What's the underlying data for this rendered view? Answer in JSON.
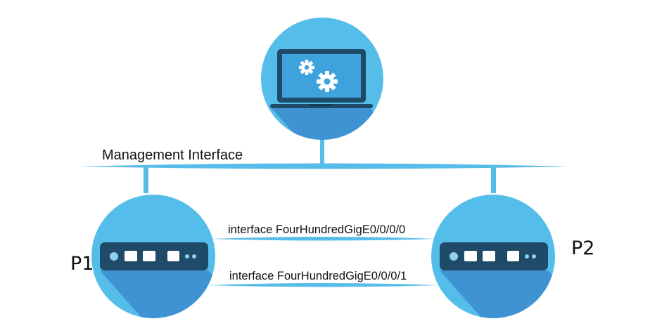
{
  "labels": {
    "management": "Management Interface",
    "link_0": "interface FourHundredGigE0/0/0/0",
    "link_1": "interface FourHundredGigE0/0/0/1",
    "node_p1": "P1",
    "node_p2": "P2"
  },
  "icons": {
    "controller": "laptop-gears-icon",
    "p1": "router-icon",
    "p2": "router-icon"
  },
  "colors": {
    "circle": "#54bde9",
    "circle_shadow": "#3f93d2",
    "line": "#58bce8",
    "device": "#1f4a68",
    "port_light": "#8fd0ef",
    "screen": "#3ea2dd"
  }
}
